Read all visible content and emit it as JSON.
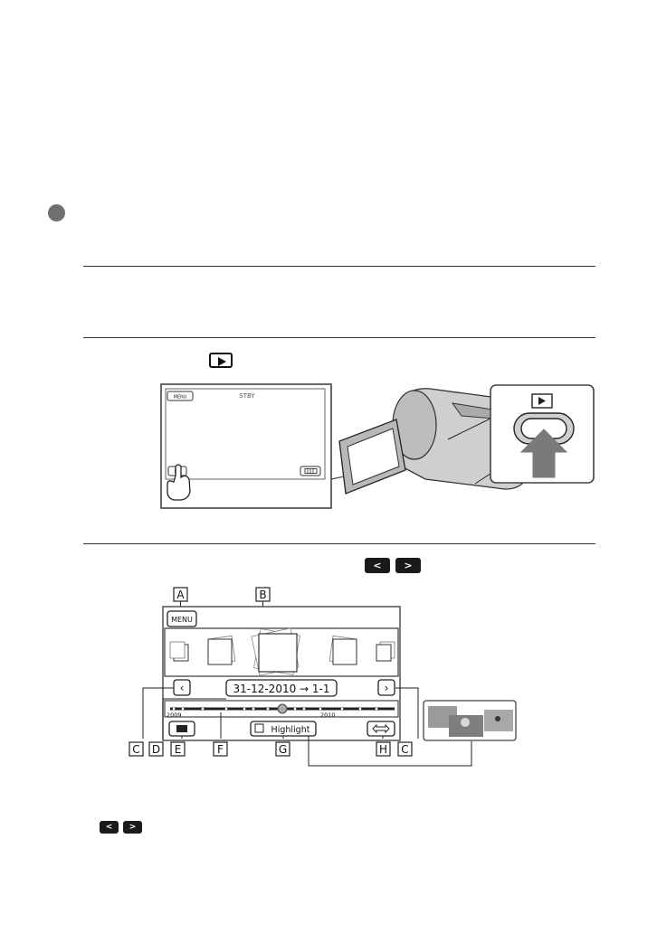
{
  "step2_figure": {
    "menu_label": "MENU",
    "status": "STBY"
  },
  "step3_keys": {
    "prev_glyph": "<",
    "next_glyph": ">"
  },
  "event_view": {
    "menu_label": "MENU",
    "date_range": "31-12-2010 → 1-1",
    "year_left": "2009",
    "year_right": "2010",
    "highlight_label": "Highlight",
    "prev_glyph": "‹",
    "next_glyph": "›",
    "callouts": [
      "A",
      "B",
      "C",
      "D",
      "E",
      "F",
      "G",
      "H",
      "C"
    ]
  },
  "footnote_keys": {
    "prev_glyph": "<",
    "next_glyph": ">"
  },
  "colors": {
    "panel_border": "#444444",
    "key_fill": "#1a1a1a",
    "bullet": "#707070",
    "camera_body": "#cfcfcf",
    "arrow": "#7a7a7a"
  }
}
